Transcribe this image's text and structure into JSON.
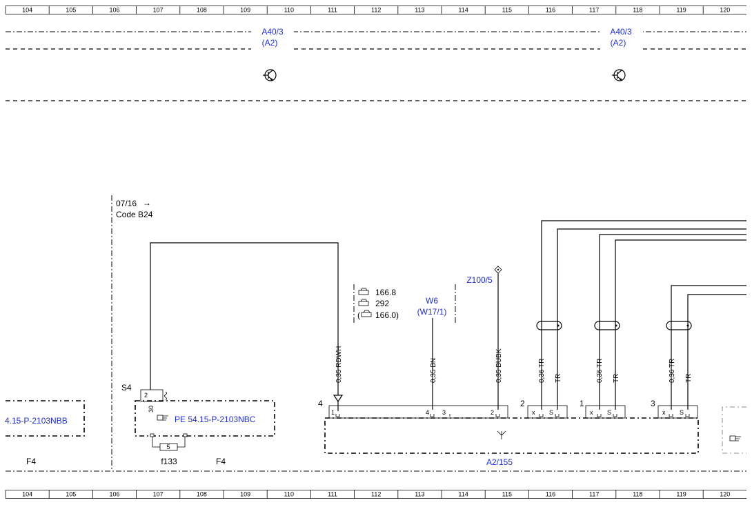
{
  "grid": {
    "columns": [
      "104",
      "105",
      "106",
      "107",
      "108",
      "109",
      "110",
      "111",
      "112",
      "113",
      "114",
      "115",
      "116",
      "117",
      "118",
      "119",
      "120"
    ]
  },
  "components": {
    "a40_left": {
      "name": "A40/3",
      "ref": "(A2)"
    },
    "a40_right": {
      "name": "A40/3",
      "ref": "(A2)"
    },
    "w6": {
      "name": "W6",
      "ref": "(W17/1)"
    },
    "z100": {
      "name": "Z100/5"
    },
    "a2_155": {
      "name": "A2/155"
    },
    "f133": {
      "name": "f133",
      "fuse_number": "5"
    },
    "s4": {
      "name": "S4"
    }
  },
  "references": {
    "left_box": "4.15-P-2103NBB",
    "center_box": "PE 54.15-P-2103NBC"
  },
  "code_note": {
    "date": "07/16",
    "arrow": "→",
    "code": "Code B24"
  },
  "variants": [
    "166.8",
    "292",
    "(",
    "166.0)"
  ],
  "wires": [
    {
      "label": "0,35 RDWH"
    },
    {
      "label": "0,35 BN"
    },
    {
      "label": "0,35 BUBK"
    },
    {
      "label": "0,36 TR"
    },
    {
      "label": "TR"
    },
    {
      "label": "0,36 TR"
    },
    {
      "label": "TR"
    },
    {
      "label": "0,36 TR"
    },
    {
      "label": "TR"
    }
  ],
  "pins": {
    "conn4": "4",
    "p1": "1",
    "p4": "4",
    "p3": "3",
    "p2": "2",
    "conn2": "2",
    "conn1": "1",
    "conn3": "3",
    "x": "x",
    "s": "S",
    "s4_p2": "2",
    "s4_p30": "30"
  },
  "fuse_labels": {
    "left": "F4",
    "right": "F4"
  },
  "colors": {
    "component_text": "#1f2fd6",
    "line": "#000000"
  }
}
